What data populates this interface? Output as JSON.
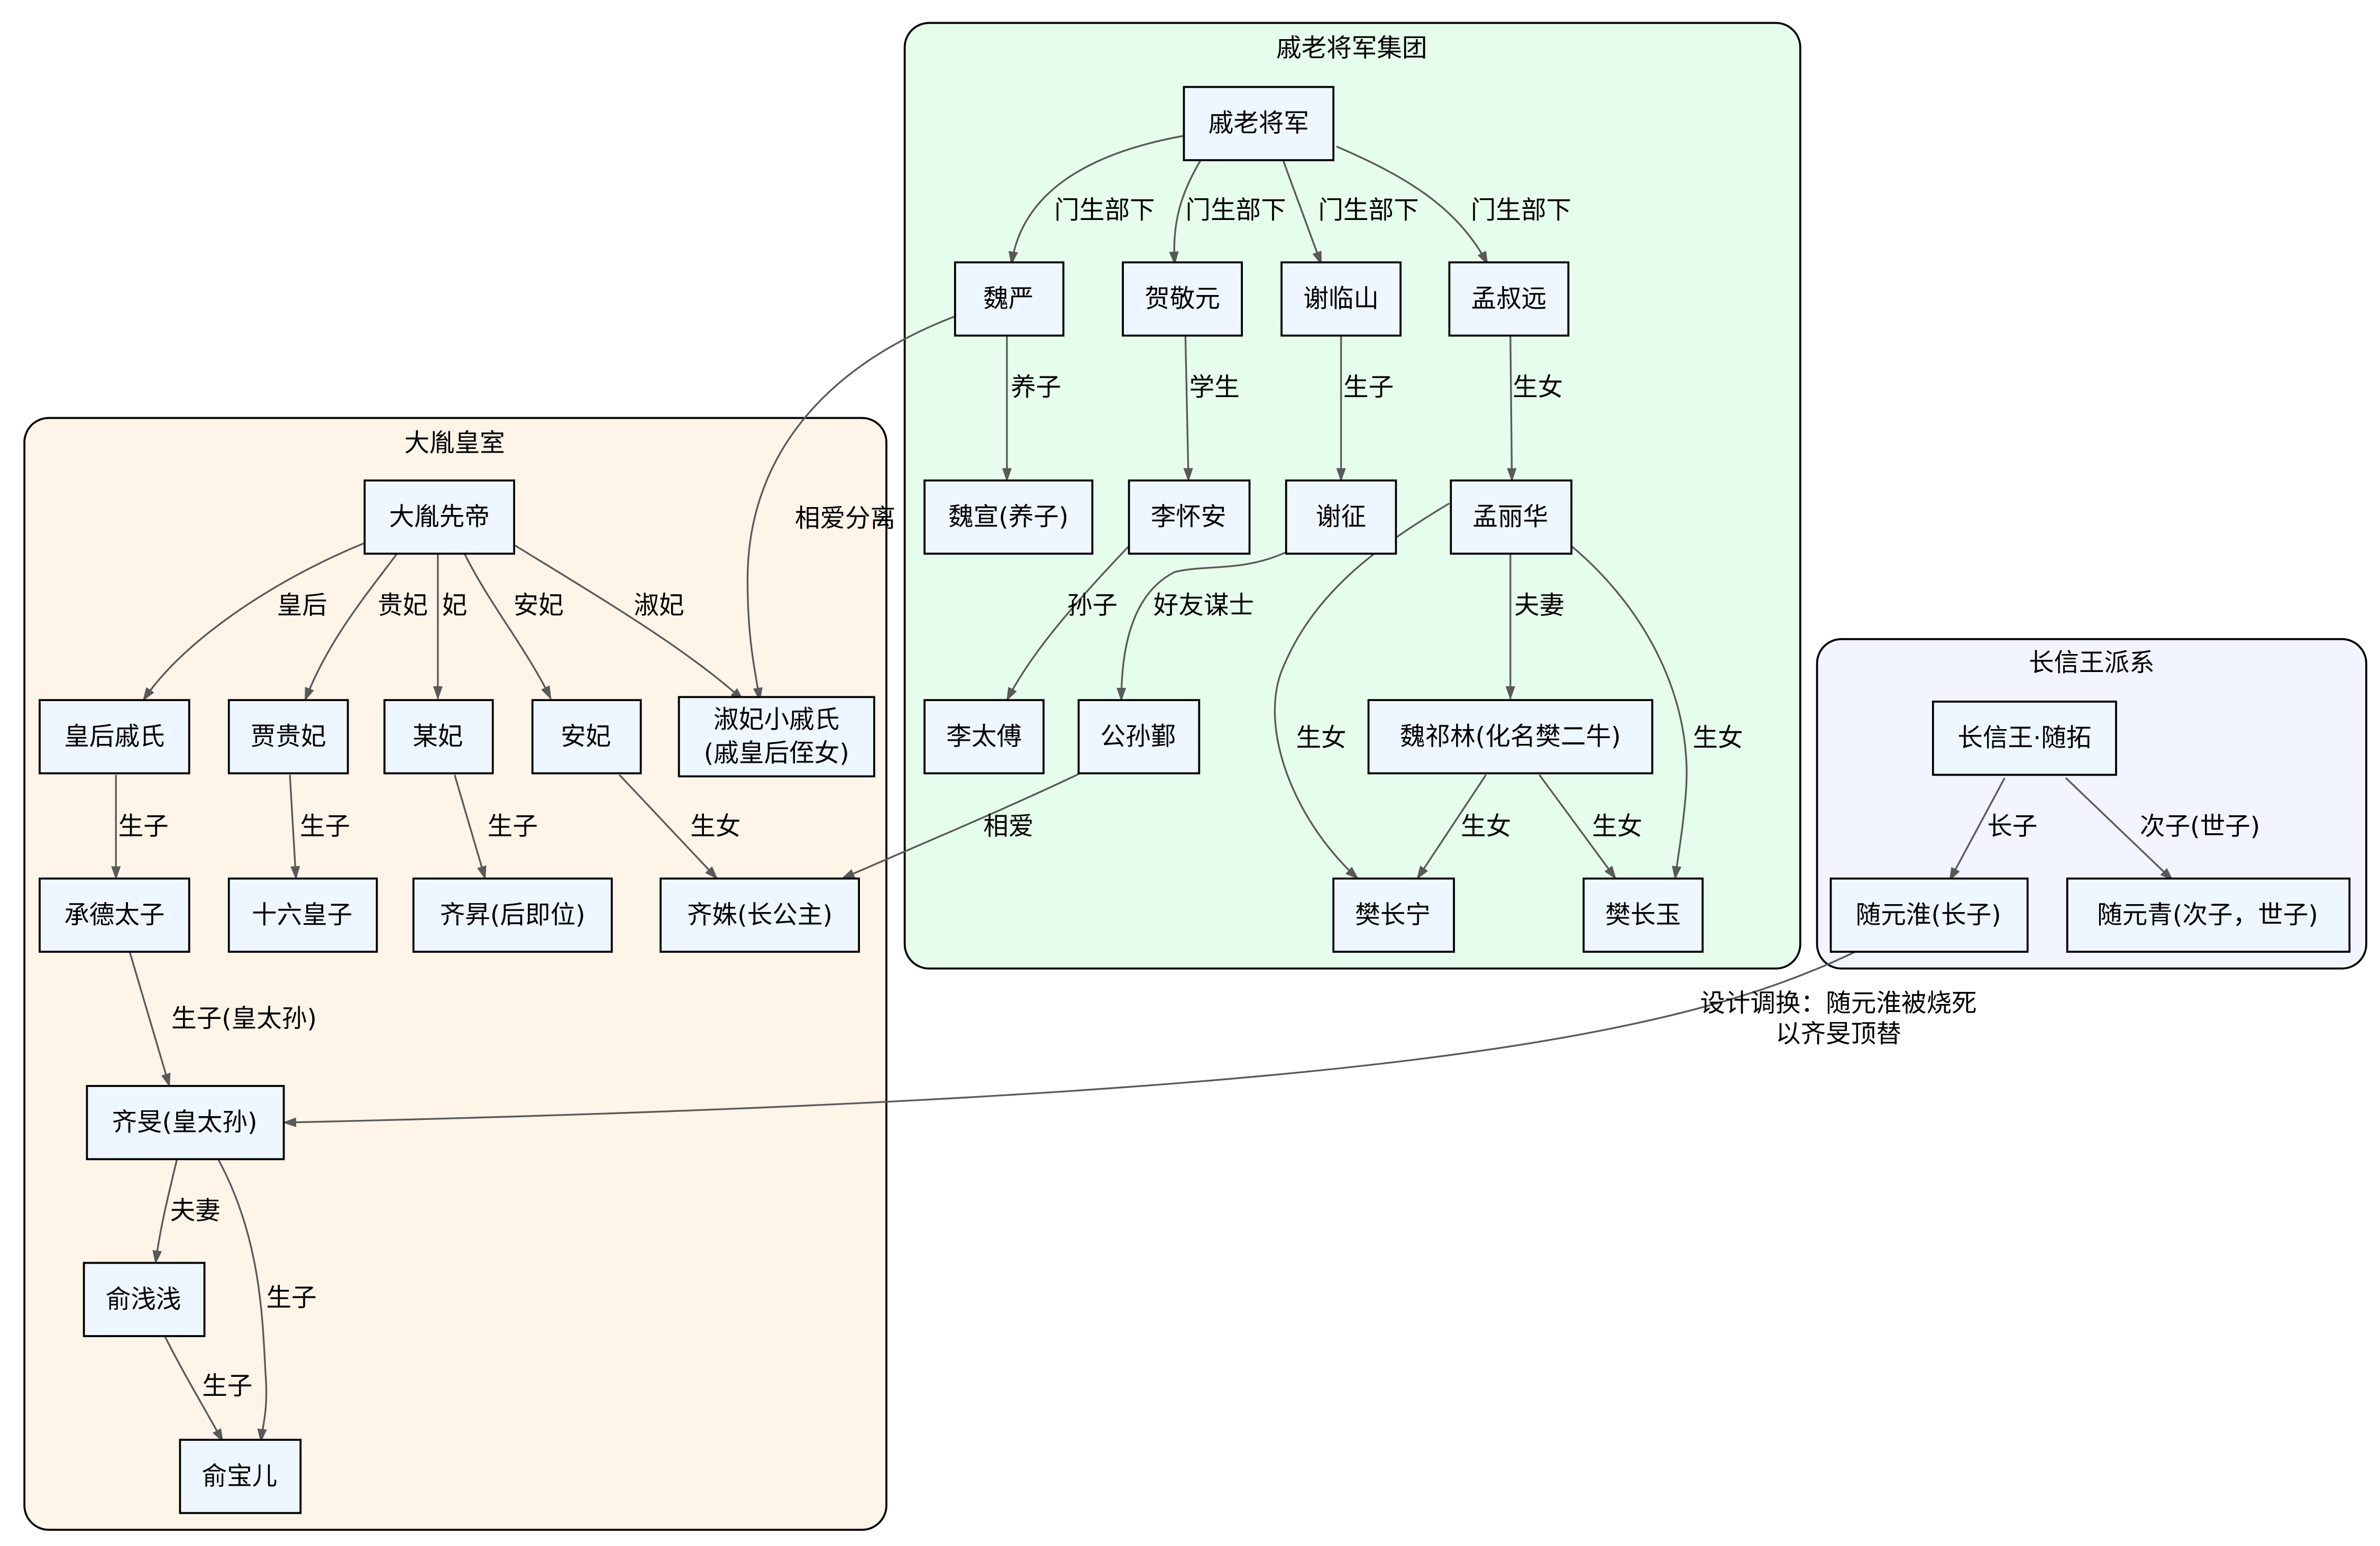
{
  "diagram": {
    "clusters": {
      "imperial": {
        "title": "大胤皇室",
        "fill": "#fff4e8"
      },
      "qi_general": {
        "title": "戚老将军集团",
        "fill": "#e6fcec"
      },
      "changxin": {
        "title": "长信王派系",
        "fill": "#f2f4ff"
      }
    },
    "node_fill": "#eef6ff",
    "edge_color": "#595959",
    "nodes": {
      "xiandi": "大胤先帝",
      "huanghou": "皇后戚氏",
      "jiaguifei": "贾贵妃",
      "moufei": "某妃",
      "anfei": "安妃",
      "shufei_l1": "淑妃小戚氏",
      "shufei_l2": "(戚皇后侄女)",
      "chengde": "承德太子",
      "shiliu": "十六皇子",
      "qisheng": "齐昇(后即位)",
      "qishu": "齐姝(长公主)",
      "qimin": "齐旻(皇太孙)",
      "yuqianqian": "俞浅浅",
      "yubaoer": "俞宝儿",
      "qilao": "戚老将军",
      "weiyan": "魏严",
      "hejingyuan": "贺敬元",
      "xielinshan": "谢临山",
      "mengshuyuan": "孟叔远",
      "weixuan": "魏宣(养子)",
      "lihuaian": "李怀安",
      "xiezheng": "谢征",
      "menglihua": "孟丽华",
      "litaifu": "李太傅",
      "gongsunyin": "公孙鄞",
      "weiqilin": "魏祁林(化名樊二牛)",
      "fanchangning": "樊长宁",
      "fanchangyu": "樊长玉",
      "changxinwang": "长信王·随拓",
      "suiyuanhuai": "随元淮(长子)",
      "suiyuanqing": "随元青(次子，世子)"
    },
    "edges": {
      "xiandi_huanghou": "皇后",
      "xiandi_jiaguifei": "贵妃",
      "xiandi_moufei": "妃",
      "xiandi_anfei": "安妃",
      "xiandi_shufei": "淑妃",
      "huanghou_chengde": "生子",
      "jiaguifei_shiliu": "生子",
      "moufei_qisheng": "生子",
      "anfei_qishu": "生女",
      "chengde_qimin": "生子(皇太孙)",
      "qimin_yuqianqian": "夫妻",
      "qimin_yubaoer": "生子",
      "yuqianqian_yubaoer": "生子",
      "qilao_weiyan": "门生部下",
      "qilao_hejingyuan": "门生部下",
      "qilao_xielinshan": "门生部下",
      "qilao_mengshuyuan": "门生部下",
      "weiyan_weixuan": "养子",
      "hejingyuan_lihuaian": "学生",
      "xielinshan_xiezheng": "生子",
      "mengshuyuan_menglihua": "生女",
      "lihuaian_litaifu": "孙子",
      "xiezheng_gongsunyin": "好友谋士",
      "menglihua_weiqilin": "夫妻",
      "menglihua_fanchangning": "生女",
      "menglihua_fanchangyu": "生女",
      "weiqilin_fanchangning": "生女",
      "weiqilin_fanchangyu": "生女",
      "weiyan_shufei": "相爱分离",
      "gongsunyin_qishu": "相爱",
      "changxinwang_suiyuanhuai": "长子",
      "changxinwang_suiyuanqing": "次子(世子)",
      "suiyuanhuai_qimin_l1": "设计调换：随元淮被烧死",
      "suiyuanhuai_qimin_l2": "以齐旻顶替"
    }
  }
}
